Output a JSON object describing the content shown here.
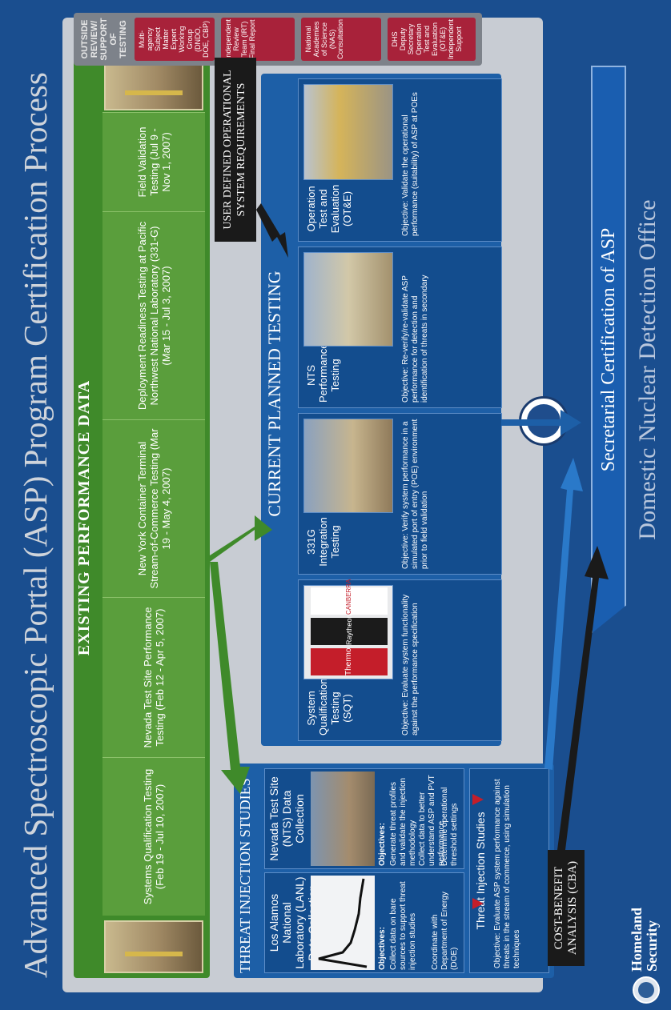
{
  "title": "Advanced Spectroscopic Portal (ASP) Program Certification Process",
  "existing_performance": {
    "header": "EXISTING PERFORMANCE DATA",
    "items": [
      "Systems Qualification Testing (Feb 19 - Jul 10, 2007)",
      "Nevada Test Site Performance Testing (Feb 12 - Apr 5, 2007)",
      "New York Container Terminal Stream-of-Commerce Testing (Mar 19 - May 4, 2007)",
      "Deployment Readiness Testing at Pacific Northwest National Laboratory (331-G) (Mar 15 - Jul 3, 2007)",
      "Field Validation Testing (Jul 9 - Nov 1, 2007)"
    ]
  },
  "outside_review": {
    "header": "OUTSIDE REVIEW/ SUPPORT OF TESTING",
    "items": [
      "Multi-agency Subject Matter Expert Working Group (DNDO, DOE, CBP)",
      "Independent Review Team (IRT) Final Report",
      "National Academies of Science (NAS) Consultation",
      "DHS Deputy Secretary Operation Test and Evaluation (OT&E) Independent Support"
    ]
  },
  "threat_injection": {
    "title": "THREAT INJECTION STUDIES",
    "lanl": {
      "title": "Los Alamos National Laboratory (LANL) Data Collection",
      "objectives_label": "Objectives:",
      "objectives": [
        "Collect data on bare sources to support threat injection studies",
        "Coordinate with Department of Energy (DOE)"
      ]
    },
    "nts": {
      "title": "Nevada Test Site (NTS) Data Collection",
      "objectives_label": "Objectives:",
      "objectives": [
        "Generate threat profiles and validate the injection methodology",
        "Collect data to better understand ASP and PVT performance",
        "Determine operational threshold settings"
      ]
    },
    "studies": {
      "title": "Threat Injection Studies",
      "objective": "Objective: Evaluate ASP system performance against threats in the stream of commerce, using simulation techniques"
    }
  },
  "current_planned": {
    "title": "CURRENT PLANNED TESTING",
    "cards": [
      {
        "title": "System Qualification Testing (SQT)",
        "objective": "Objective: Evaluate system functionality against the performance specification",
        "logos": [
          "Thermo",
          "Raytheon",
          "CANBERRA"
        ]
      },
      {
        "title": "331G Integration Testing",
        "objective": "Objective: Verify system performance in a simulated port of entry (POE) environment prior to field validation"
      },
      {
        "title": "NTS Performance Testing",
        "objective": "Objective: Re-verify/re-validate ASP performance for detection and identification of threats in secondary"
      },
      {
        "title": "Operation Test and Evaluation (OT&E)",
        "objective": "Objective: Validate the operational performance (suitability) of ASP at POEs"
      }
    ]
  },
  "user_defined": "USER DEFINED OPERATIONAL SYSTEM REQUIREMENTS",
  "cba": "COST-BENEFIT ANALYSIS (CBA)",
  "secretarial": "Secretarial Certification of ASP",
  "footer": {
    "office": "Domestic Nuclear Detection Office",
    "homeland": "Homeland Security"
  },
  "colors": {
    "background": "#1a4e8f",
    "green": "#3f8a2a",
    "blue_panel": "#1d5fa7",
    "red": "#a8223a",
    "black_arrow": "#1a1a1a"
  }
}
